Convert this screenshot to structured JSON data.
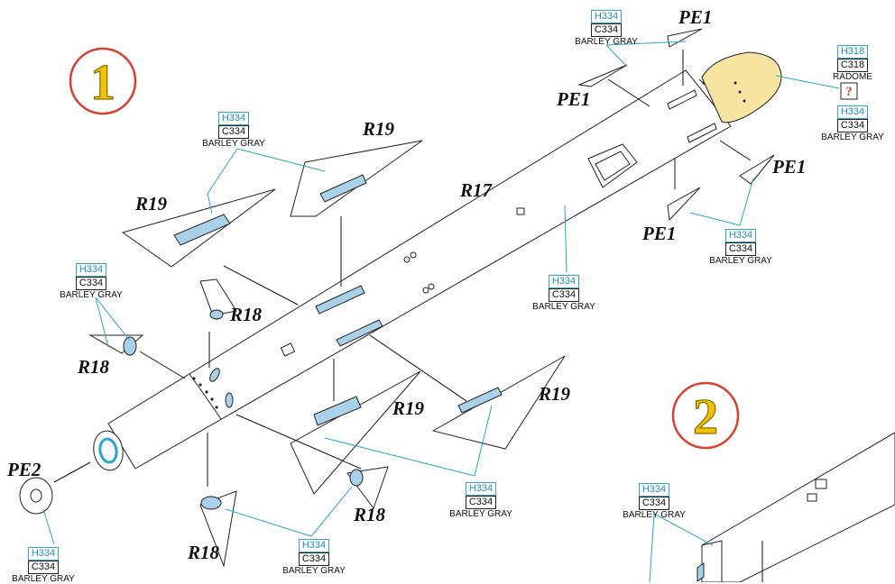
{
  "steps": {
    "one": "1",
    "two": "2"
  },
  "parts": {
    "pe1": "PE1",
    "pe2": "PE2",
    "r17": "R17",
    "r18": "R18",
    "r19": "R19"
  },
  "callouts": [
    {
      "h": "H334",
      "c": "C334",
      "name": "BARLEY GRAY"
    },
    {
      "h": "H318",
      "c": "C318",
      "name": "RADOME"
    },
    {
      "h": "H334",
      "c": "C334",
      "name": "BARLEY GRAY"
    },
    {
      "h": "H334",
      "c": "C334",
      "name": "BARLEY GRAY"
    },
    {
      "h": "H334",
      "c": "C334",
      "name": "BARLEY GRAY"
    },
    {
      "h": "H334",
      "c": "C334",
      "name": "BARLEY GRAY"
    },
    {
      "h": "H334",
      "c": "C334",
      "name": "BARLEY GRAY"
    },
    {
      "h": "H334",
      "c": "C334",
      "name": "BARLEY GRAY"
    },
    {
      "h": "H334",
      "c": "C334",
      "name": "BARLEY GRAY"
    },
    {
      "h": "H334",
      "c": "C334",
      "name": "BARLEY GRAY"
    },
    {
      "h": "H334",
      "c": "C334",
      "name": "BARLEY GRAY"
    }
  ],
  "unknown_marker": "?",
  "colors": {
    "callout_accent": "#2aa6c8",
    "radome": "#f7e4a0",
    "part_blue": "#a9d2ea",
    "step_circle": "#d8402f"
  }
}
